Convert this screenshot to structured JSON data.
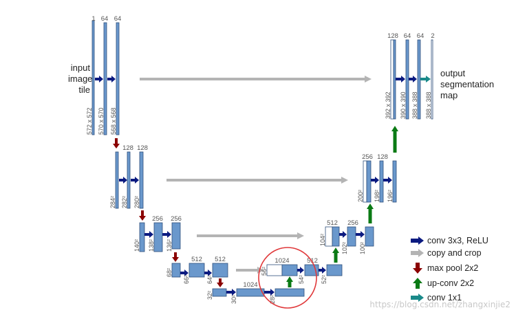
{
  "colors": {
    "block_fill": "#6a98cc",
    "block_stroke": "#2e4f7a",
    "conv_arrow": "#0b1a80",
    "copy_arrow": "#b4b4b4",
    "pool_arrow": "#8b0000",
    "upconv_arrow": "#0a7a14",
    "conv1x1_arrow": "#1a8a8a",
    "highlight_circle": "#e0383a",
    "label_gray": "#555555"
  },
  "input_label": [
    "input",
    "image",
    "tile"
  ],
  "output_label": [
    "output",
    "segmentation",
    "map"
  ],
  "legend": {
    "conv": "conv 3x3, ReLU",
    "copy": "copy and crop",
    "pool": "max pool 2x2",
    "upconv": "up-conv 2x2",
    "conv1x1": "conv 1x1"
  },
  "channel_labels": [
    "1",
    "64",
    "64",
    "128",
    "128",
    "256",
    "256",
    "512",
    "512",
    "1024",
    "512",
    "256",
    "128",
    "64",
    "64",
    "2",
    "128",
    "512",
    "256",
    "1024"
  ],
  "size_labels": [
    "572 x 572",
    "570 x 570",
    "568 x 568",
    "284²",
    "282²",
    "280²",
    "140²",
    "138²",
    "136²",
    "68²",
    "66²",
    "64²",
    "32²",
    "30²",
    "28²",
    "56²",
    "54²",
    "52²",
    "104²",
    "102²",
    "100²",
    "200²",
    "198²",
    "196²",
    "392 x 392",
    "390 x 390",
    "388 x 388",
    "388 x 388"
  ],
  "watermark": "https://blog.csdn.net/zhangxinjie2"
}
